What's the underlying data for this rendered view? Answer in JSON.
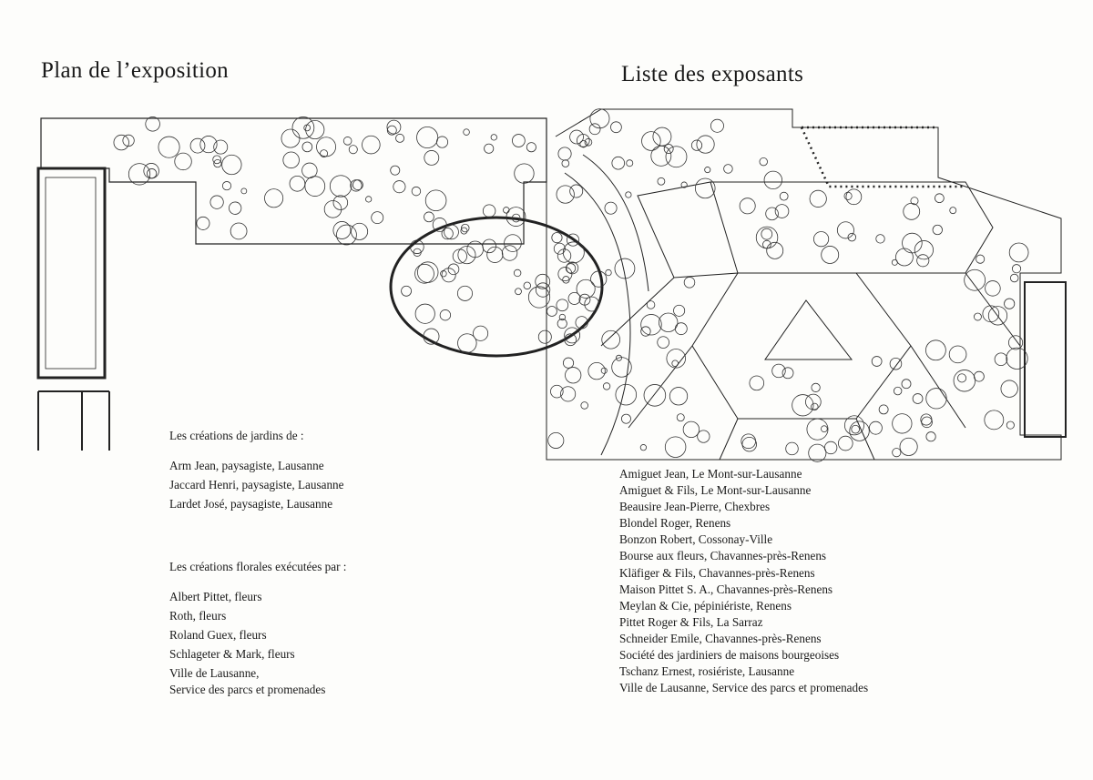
{
  "left_page": {
    "title": "Plan de l’exposition",
    "gardens": {
      "heading": "Les créations de jardins de :",
      "items": [
        "Arm Jean, paysagiste, Lausanne",
        "Jaccard Henri, paysagiste, Lausanne",
        "Lardet José, paysagiste, Lausanne"
      ]
    },
    "florals": {
      "heading": "Les créations florales exécutées par :",
      "items": [
        "Albert Pittet, fleurs",
        "Roth, fleurs",
        "Roland Guex, fleurs",
        "Schlageter & Mark, fleurs",
        "Ville de Lausanne,",
        "Service des parcs et promenades"
      ]
    }
  },
  "right_page": {
    "title": "Liste des exposants",
    "exhibitors": [
      "Amiguet Jean, Le Mont-sur-Lausanne",
      "Amiguet & Fils, Le Mont-sur-Lausanne",
      "Beausire Jean-Pierre, Chexbres",
      "Blondel Roger, Renens",
      "Bonzon Robert, Cossonay-Ville",
      "Bourse aux fleurs, Chavannes-près-Renens",
      "Kläfiger & Fils, Chavannes-près-Renens",
      "Maison Pittet S. A., Chavannes-près-Renens",
      "Meylan & Cie, pépiniériste, Renens",
      "Pittet Roger & Fils, La Sarraz",
      "Schneider Emile, Chavannes-près-Renens",
      "Société des jardiniers de maisons bourgeoises",
      "Tschanz Ernest, rosiériste, Lausanne",
      "Ville de Lausanne, Service des parcs et promenades"
    ]
  }
}
